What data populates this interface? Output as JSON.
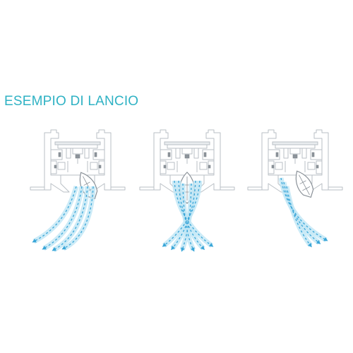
{
  "title": "ESEMPIO DI LANCIO",
  "colors": {
    "title": "#2fb2c4",
    "profile": "#b9bfc5",
    "airflow_light": "#bfe6f5",
    "airflow_dark": "#3aa6d8"
  },
  "diagrams": [
    {
      "name": "lancio-sinistra",
      "direction": "left"
    },
    {
      "name": "lancio-doppio",
      "direction": "split"
    },
    {
      "name": "lancio-destra",
      "direction": "right"
    }
  ]
}
